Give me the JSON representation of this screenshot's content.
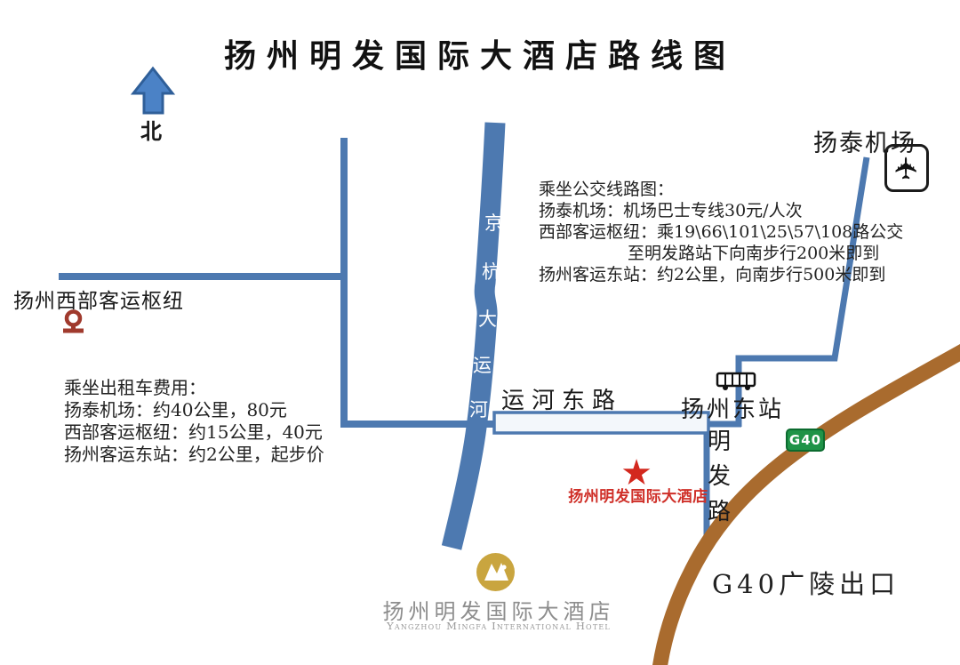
{
  "title": "扬州明发国际大酒店路线图",
  "compass": {
    "label": "北"
  },
  "landmarks": {
    "airport": "扬泰机场",
    "west_hub": "扬州西部客运枢纽",
    "east_station": "扬州东站",
    "hotel": "扬州明发国际大酒店"
  },
  "roads": {
    "yunhe_east_road": "运河东路",
    "mingfa_chars": [
      "明",
      "发",
      "路"
    ],
    "canal_chars": [
      "京",
      "杭",
      "大",
      "运",
      "河"
    ],
    "g40_badge": "G40",
    "g40_exit": "G40广陵出口"
  },
  "bus_info": {
    "lines": [
      "乘坐公交线路图：",
      "扬泰机场：机场巴士专线30元/人次",
      "西部客运枢纽：乘19\\66\\101\\25\\57\\108路公交",
      "至明发路站下向南步行200米即到",
      "扬州客运东站：约2公里，向南步行500米即到"
    ]
  },
  "taxi_info": {
    "lines": [
      "乘坐出租车费用：",
      "扬泰机场：约40公里，80元",
      "西部客运枢纽：约15公里，40元",
      "扬州客运东站：约2公里，起步价"
    ]
  },
  "logo": {
    "name_cn": "扬州明发国际大酒店",
    "name_en": "Yangzhou Mingfa International Hotel"
  },
  "icons": {
    "north_arrow": "north-arrow-icon",
    "airplane": "airplane-icon",
    "railway": "railway-logo-icon",
    "bus": "bus-icon",
    "star": "star-icon",
    "hotel_logo": "mountain-logo-icon"
  },
  "colors": {
    "road_blue": "#4d79b0",
    "north_arrow_blue": "#4b82c6",
    "highway_brown": "#a96b2e",
    "badge_green": "#1f9347",
    "marker_red": "#d3281e",
    "label_red": "#cf2f28",
    "rail_red": "#a03a2d",
    "logo_gold": "#c9a53f",
    "logo_gray": "#8d8d8d"
  }
}
